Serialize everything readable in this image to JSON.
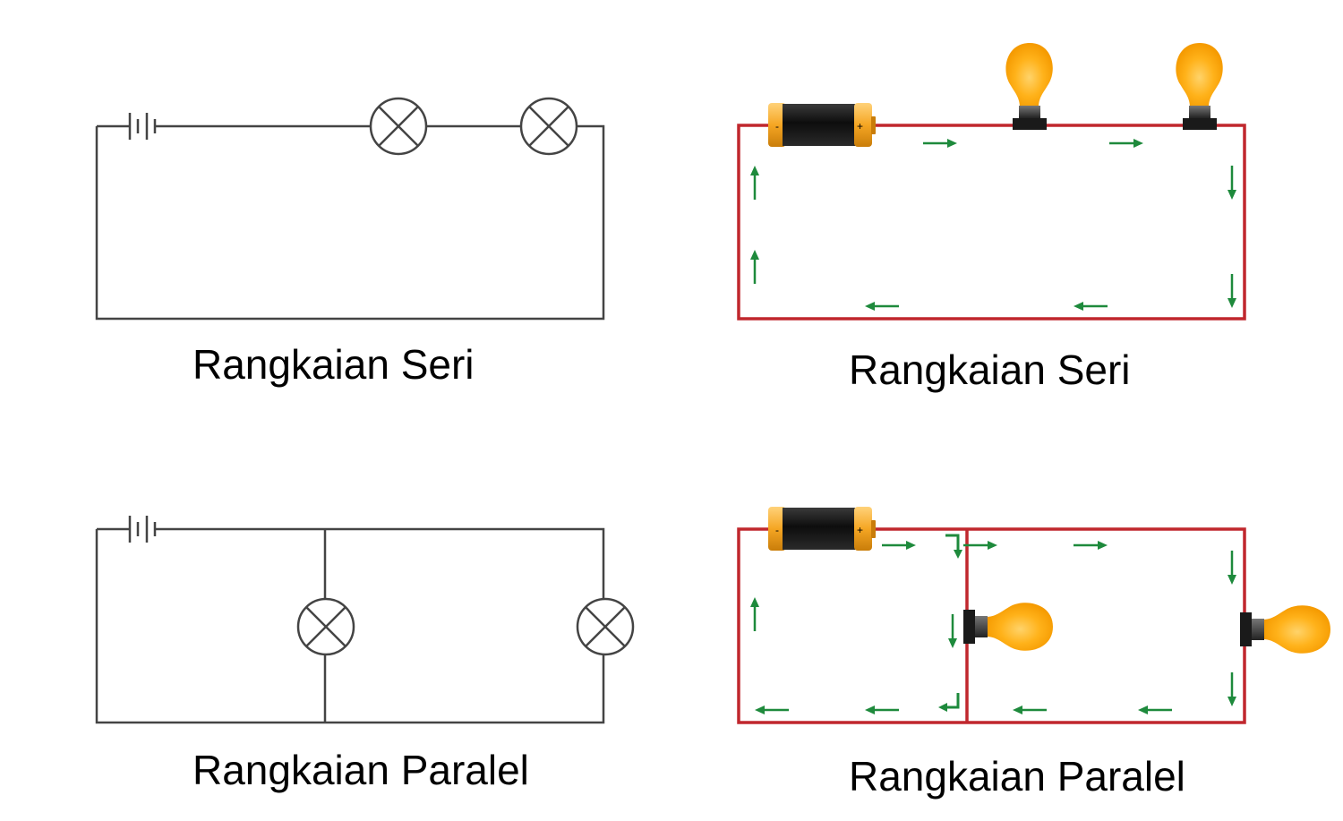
{
  "captions": {
    "top_left": "Rangkaian Seri",
    "top_right": "Rangkaian Seri",
    "bottom_left": "Rangkaian Paralel",
    "bottom_right": "Rangkaian Paralel"
  },
  "battery_terminals": {
    "positive": "+",
    "negative": "-"
  },
  "icons": {
    "battery": "battery-icon",
    "bulb": "light-bulb-icon",
    "lamp_symbol": "lamp-symbol-icon",
    "cell_symbol": "battery-symbol-icon",
    "current_arrow": "arrow-icon"
  },
  "colors": {
    "schematic_wire": "#444444",
    "circuit_wire": "#c0272d",
    "current_arrow": "#1e8a3c",
    "battery_body": "#111111",
    "battery_cap": "#f5a623",
    "bulb_glass": "#ffc21a"
  }
}
